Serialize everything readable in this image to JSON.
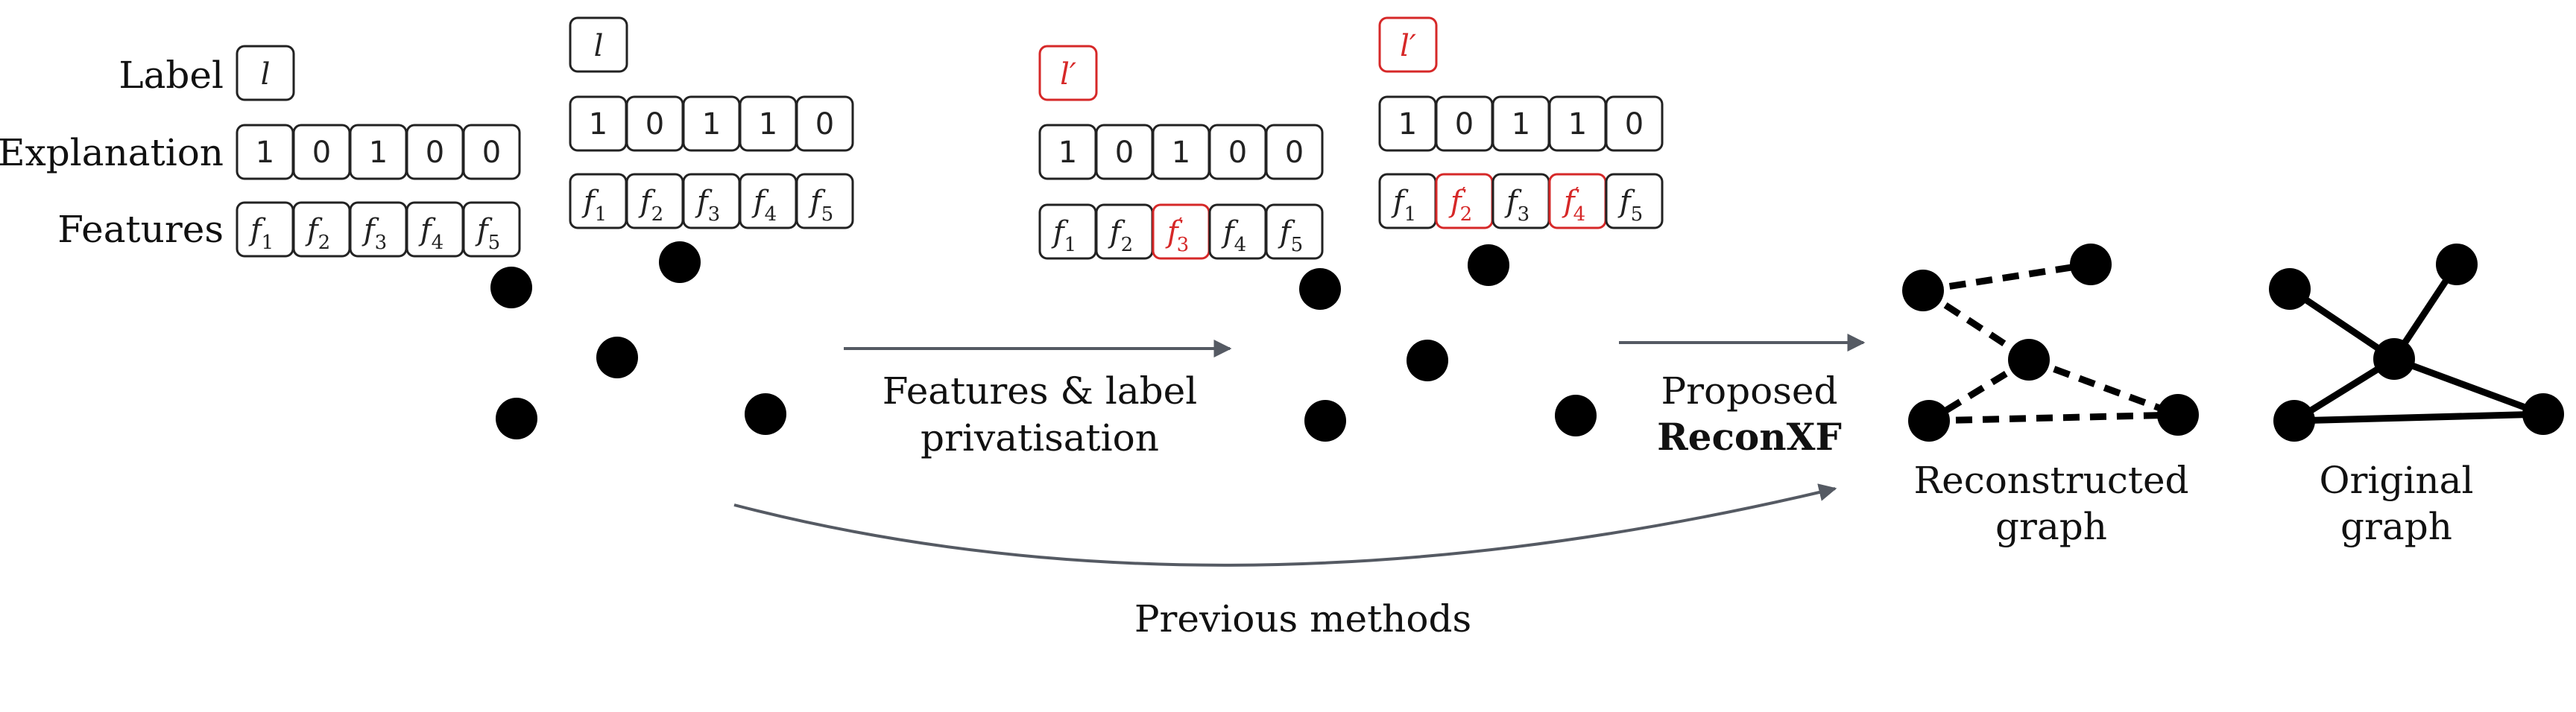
{
  "row_labels": {
    "label": "Label",
    "explanation": "Explanation",
    "features": "Features"
  },
  "colors": {
    "highlight": "#d62828",
    "arrow": "#555a63",
    "node": "#000000"
  },
  "panels": [
    {
      "label": "l",
      "label_private": false,
      "explanation": [
        "1",
        "0",
        "1",
        "0",
        "0"
      ],
      "features": [
        {
          "base": "f",
          "sub": "1",
          "prime": false
        },
        {
          "base": "f",
          "sub": "2",
          "prime": false
        },
        {
          "base": "f",
          "sub": "3",
          "prime": false
        },
        {
          "base": "f",
          "sub": "4",
          "prime": false
        },
        {
          "base": "f",
          "sub": "5",
          "prime": false
        }
      ]
    },
    {
      "label": "l",
      "label_private": false,
      "explanation": [
        "1",
        "0",
        "1",
        "1",
        "0"
      ],
      "features": [
        {
          "base": "f",
          "sub": "1",
          "prime": false
        },
        {
          "base": "f",
          "sub": "2",
          "prime": false
        },
        {
          "base": "f",
          "sub": "3",
          "prime": false
        },
        {
          "base": "f",
          "sub": "4",
          "prime": false
        },
        {
          "base": "f",
          "sub": "5",
          "prime": false
        }
      ]
    },
    {
      "label": "l′",
      "label_private": true,
      "explanation": [
        "1",
        "0",
        "1",
        "0",
        "0"
      ],
      "features": [
        {
          "base": "f",
          "sub": "1",
          "prime": false
        },
        {
          "base": "f",
          "sub": "2",
          "prime": false
        },
        {
          "base": "f",
          "sub": "3",
          "prime": true
        },
        {
          "base": "f",
          "sub": "4",
          "prime": false
        },
        {
          "base": "f",
          "sub": "5",
          "prime": false
        }
      ]
    },
    {
      "label": "l′",
      "label_private": true,
      "explanation": [
        "1",
        "0",
        "1",
        "1",
        "0"
      ],
      "features": [
        {
          "base": "f",
          "sub": "1",
          "prime": false
        },
        {
          "base": "f",
          "sub": "2",
          "prime": true
        },
        {
          "base": "f",
          "sub": "3",
          "prime": false
        },
        {
          "base": "f",
          "sub": "4",
          "prime": true
        },
        {
          "base": "f",
          "sub": "5",
          "prime": false
        }
      ]
    }
  ],
  "arrows": {
    "privatisation_line1": "Features & label",
    "privatisation_line2": "privatisation",
    "proposed_line1": "Proposed",
    "proposed_line2": "ReconXF",
    "previous": "Previous methods"
  },
  "graphs": {
    "reconstructed_line1": "Reconstructed",
    "reconstructed_line2": "graph",
    "original_line1": "Original",
    "original_line2": "graph"
  }
}
